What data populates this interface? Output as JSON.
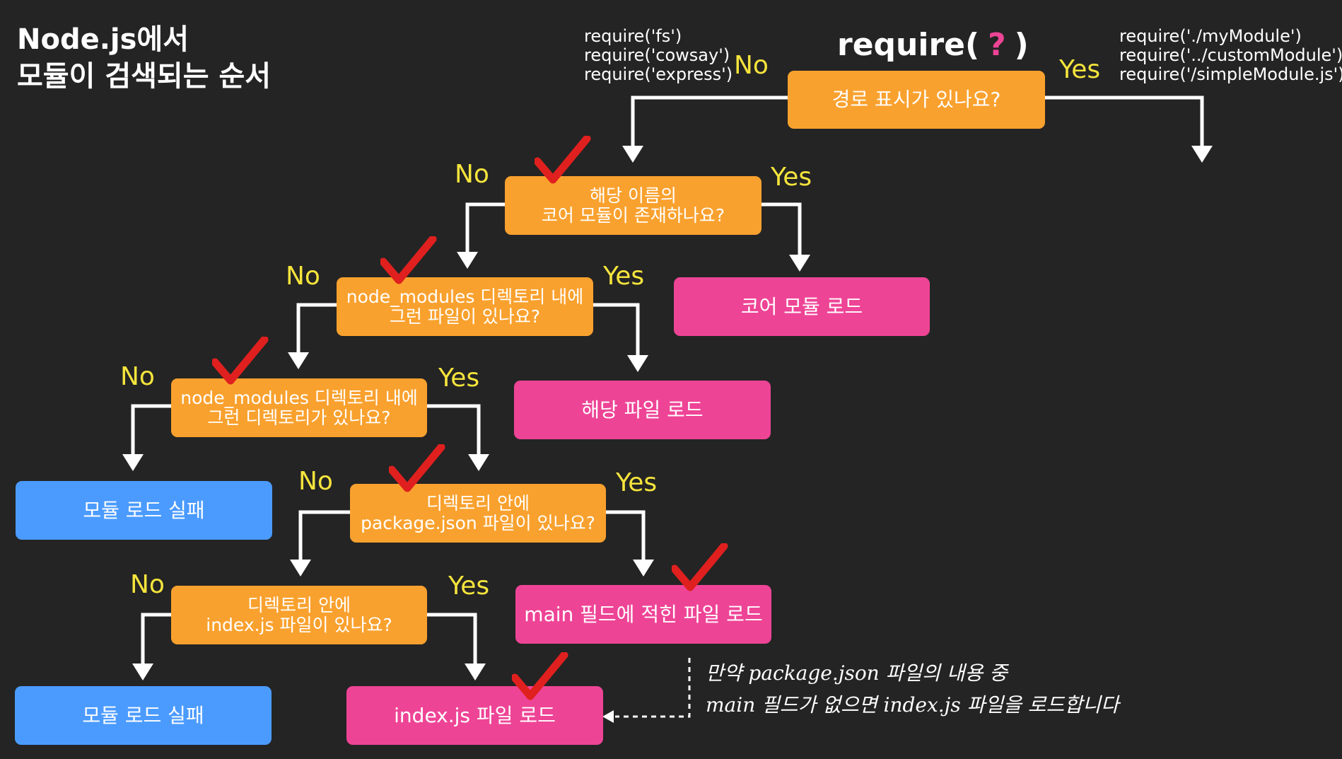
{
  "title": "Node.js에서\n모듈이 검색되는 순서",
  "header": {
    "require_prefix": "require(",
    "require_q": "?",
    "require_suffix": ")",
    "examples_no": "require('fs')\nrequire('cowsay')\nrequire('express')",
    "examples_yes": "require('./myModule')\nrequire('../customModule')\nrequire('/simpleModule.js')"
  },
  "labels": {
    "no": "No",
    "yes": "Yes"
  },
  "nodes": {
    "path_check": "경로 표시가 있나요?",
    "core_check": "해당 이름의\n코어 모듈이 존재하나요?",
    "core_load": "코어 모듈 로드",
    "nm_file_check": "node_modules 디렉토리 내에\n그런 파일이 있나요?",
    "file_load": "해당 파일 로드",
    "nm_dir_check": "node_modules 디렉토리 내에\n그런 디렉토리가 있나요?",
    "fail_1": "모듈 로드 실패",
    "pkg_check": "디렉토리 안에\npackage.json 파일이 있나요?",
    "main_load": "main 필드에 적힌 파일 로드",
    "index_check": "디렉토리 안에\nindex.js 파일이 있나요?",
    "fail_2": "모듈 로드 실패",
    "index_load": "index.js 파일 로드"
  },
  "note": "만약 package.json 파일의 내용 중\nmain 필드가 없으면 index.js 파일을 로드합니다",
  "colors": {
    "background": "#242424",
    "question": "#f9a12e",
    "success": "#ee4496",
    "fail": "#4b9bff",
    "label": "#f5e43c",
    "check": "#e0201e",
    "accent_q": "#ee4496"
  }
}
